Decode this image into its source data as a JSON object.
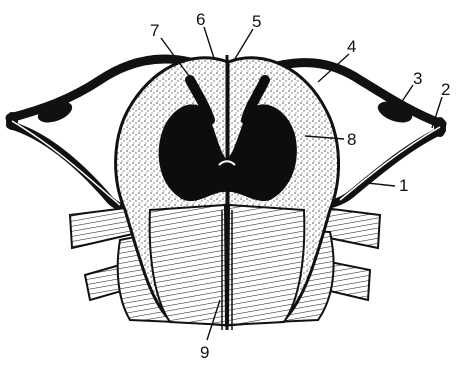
{
  "figure": {
    "labels": {
      "l1": "1",
      "l2": "2",
      "l3": "3",
      "l4": "4",
      "l5": "5",
      "l6": "6",
      "l7": "7",
      "l8": "8",
      "l9": "9"
    },
    "colors": {
      "ink": "#111111",
      "stipple": "#9a9a9a",
      "paper": "#ffffff",
      "dark_matter": "#0d0d0d"
    }
  }
}
